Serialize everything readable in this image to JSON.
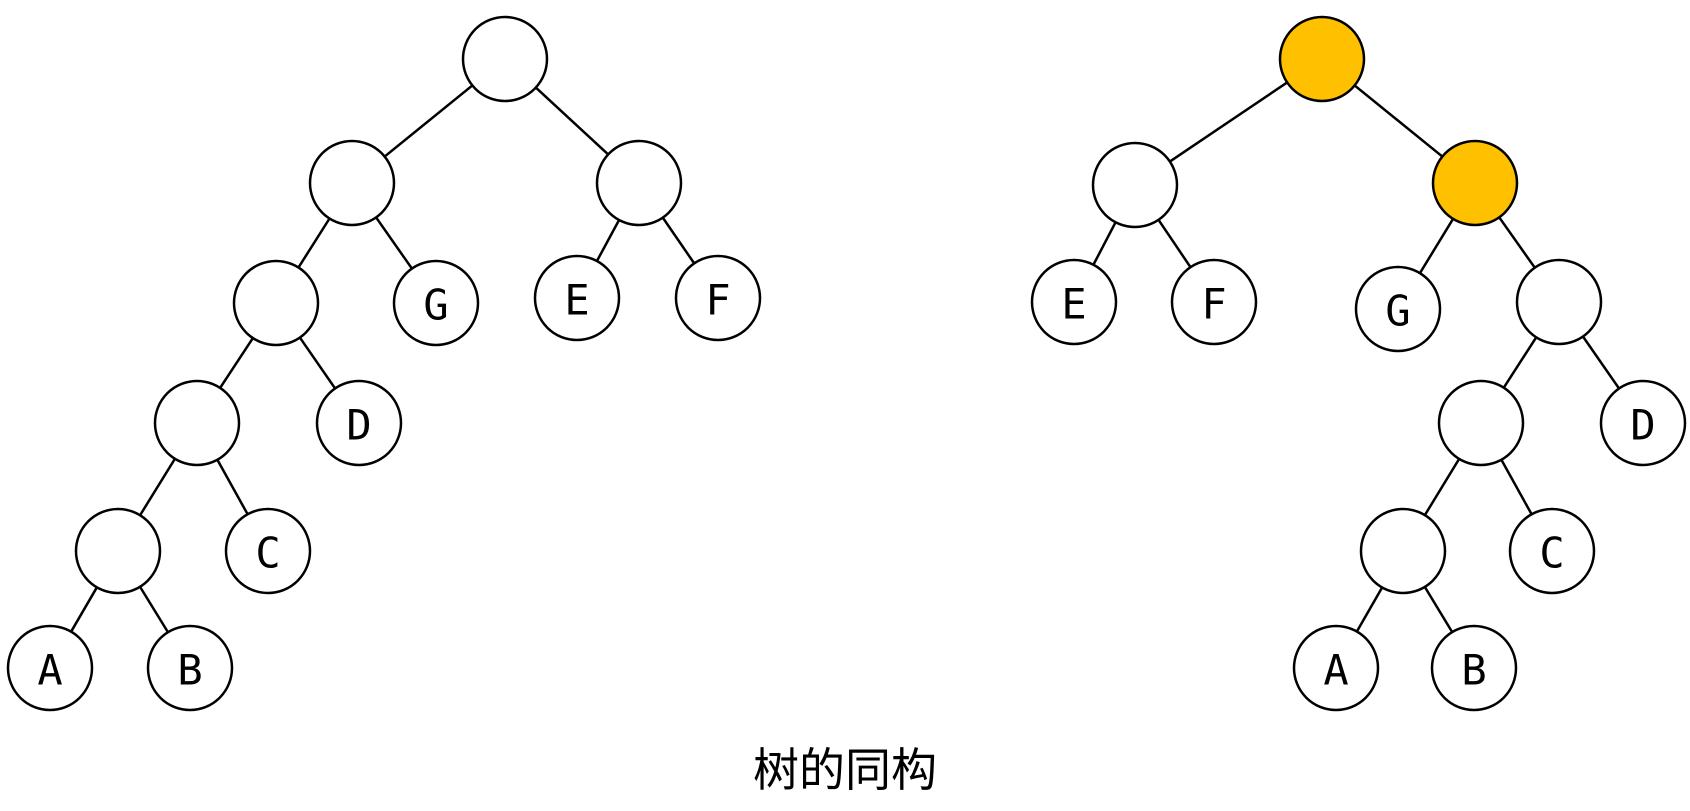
{
  "caption": "树的同构",
  "colors": {
    "highlight": "#FFC000",
    "default_fill": "#FFFFFF",
    "stroke": "#000000"
  },
  "trees": [
    {
      "id": "left",
      "nodes": [
        {
          "id": "r",
          "label": "",
          "highlight": false
        },
        {
          "id": "n1",
          "label": "",
          "highlight": false
        },
        {
          "id": "n2",
          "label": "",
          "highlight": false
        },
        {
          "id": "n3",
          "label": "",
          "highlight": false
        },
        {
          "id": "n4",
          "label": "",
          "highlight": false
        },
        {
          "id": "n5",
          "label": "",
          "highlight": false
        },
        {
          "id": "G",
          "label": "G",
          "highlight": false
        },
        {
          "id": "E",
          "label": "E",
          "highlight": false
        },
        {
          "id": "F",
          "label": "F",
          "highlight": false
        },
        {
          "id": "D",
          "label": "D",
          "highlight": false
        },
        {
          "id": "C",
          "label": "C",
          "highlight": false
        },
        {
          "id": "A",
          "label": "A",
          "highlight": false
        },
        {
          "id": "B",
          "label": "B",
          "highlight": false
        }
      ],
      "edges": [
        [
          "r",
          "n1"
        ],
        [
          "r",
          "n2"
        ],
        [
          "n1",
          "n3"
        ],
        [
          "n1",
          "G"
        ],
        [
          "n2",
          "E"
        ],
        [
          "n2",
          "F"
        ],
        [
          "n3",
          "n4"
        ],
        [
          "n3",
          "D"
        ],
        [
          "n4",
          "n5"
        ],
        [
          "n4",
          "C"
        ],
        [
          "n5",
          "A"
        ],
        [
          "n5",
          "B"
        ]
      ]
    },
    {
      "id": "right",
      "nodes": [
        {
          "id": "r",
          "label": "",
          "highlight": true
        },
        {
          "id": "n1",
          "label": "",
          "highlight": false
        },
        {
          "id": "n2",
          "label": "",
          "highlight": true
        },
        {
          "id": "E",
          "label": "E",
          "highlight": false
        },
        {
          "id": "F",
          "label": "F",
          "highlight": false
        },
        {
          "id": "G",
          "label": "G",
          "highlight": false
        },
        {
          "id": "n3",
          "label": "",
          "highlight": false
        },
        {
          "id": "n4",
          "label": "",
          "highlight": false
        },
        {
          "id": "D",
          "label": "D",
          "highlight": false
        },
        {
          "id": "n5",
          "label": "",
          "highlight": false
        },
        {
          "id": "C",
          "label": "C",
          "highlight": false
        },
        {
          "id": "A",
          "label": "A",
          "highlight": false
        },
        {
          "id": "B",
          "label": "B",
          "highlight": false
        }
      ],
      "edges": [
        [
          "r",
          "n1"
        ],
        [
          "r",
          "n2"
        ],
        [
          "n1",
          "E"
        ],
        [
          "n1",
          "F"
        ],
        [
          "n2",
          "G"
        ],
        [
          "n2",
          "n3"
        ],
        [
          "n3",
          "n4"
        ],
        [
          "n3",
          "D"
        ],
        [
          "n4",
          "n5"
        ],
        [
          "n4",
          "C"
        ],
        [
          "n5",
          "A"
        ],
        [
          "n5",
          "B"
        ]
      ]
    }
  ]
}
